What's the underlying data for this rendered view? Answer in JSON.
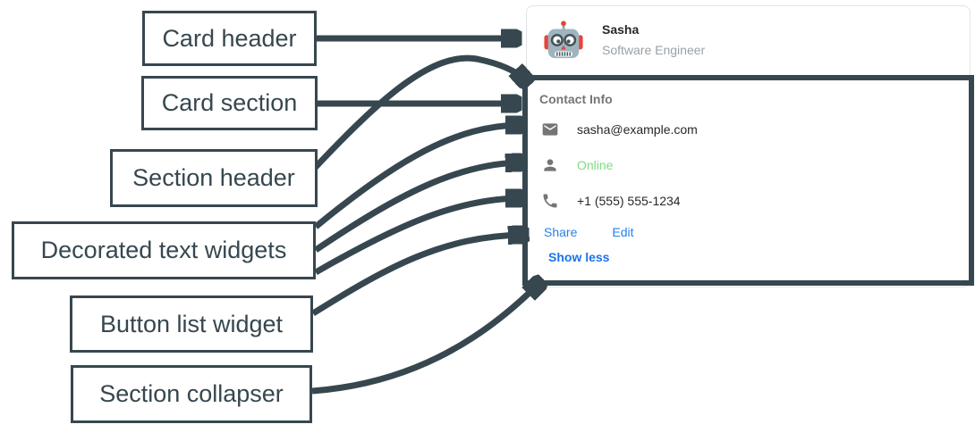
{
  "annotations": {
    "labels": [
      {
        "text": "Card header"
      },
      {
        "text": "Card section"
      },
      {
        "text": "Section header"
      },
      {
        "text": "Decorated text widgets"
      },
      {
        "text": "Button list widget"
      },
      {
        "text": "Section collapser"
      }
    ]
  },
  "card": {
    "header": {
      "name": "Sasha",
      "role": "Software Engineer",
      "avatar": "robot-icon"
    },
    "section": {
      "title": "Contact Info",
      "rows": [
        {
          "icon": "email-icon",
          "text": "sasha@example.com",
          "status": "normal"
        },
        {
          "icon": "person-icon",
          "text": "Online",
          "status": "online"
        },
        {
          "icon": "phone-icon",
          "text": "+1 (555) 555-1234",
          "status": "normal"
        }
      ],
      "buttons": [
        {
          "label": "Share"
        },
        {
          "label": "Edit"
        }
      ],
      "collapser_label": "Show less"
    }
  },
  "colors": {
    "annotation_slate": "#37474F",
    "link_blue": "#2680EB",
    "collapser_blue": "#1A73E8",
    "online_green": "#7DDC82",
    "icon_gray": "#757575"
  }
}
